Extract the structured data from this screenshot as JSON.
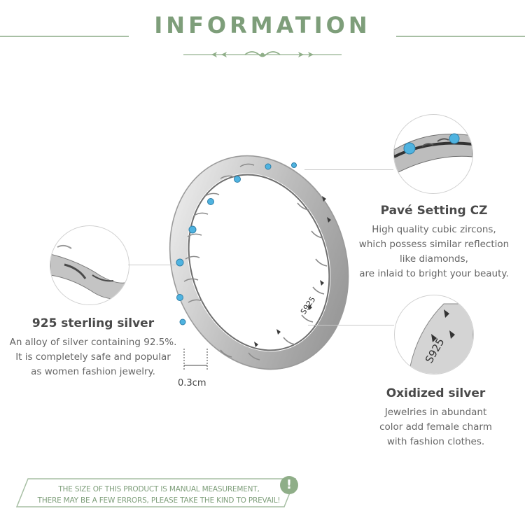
{
  "header": {
    "title": "INFORMATION"
  },
  "features": {
    "sterling": {
      "title": "925 sterling silver",
      "lines": [
        "An alloy of silver containing 92.5%.",
        "It is completely safe and popular",
        "as women fashion jewelry."
      ]
    },
    "pave": {
      "title": "Pavé Setting CZ",
      "lines": [
        "High quality cubic zircons,",
        "which possess similar reflection",
        "like diamonds,",
        "are inlaid to bright your beauty."
      ]
    },
    "oxidized": {
      "title": "Oxidized silver",
      "lines": [
        "Jewelries in abundant",
        "color add female charm",
        "with fashion clothes."
      ]
    }
  },
  "measurement": {
    "label": "0.3cm"
  },
  "stamp": {
    "text": "S925"
  },
  "notice": {
    "lines": [
      "THE SIZE OF THIS PRODUCT IS MANUAL MEASUREMENT,",
      "THERE MAY BE A FEW ERRORS, PLEASE TAKE THE KIND TO PREVAIL!"
    ],
    "badge": "!"
  },
  "colors": {
    "accent": "#7e9e7a",
    "stone": "#4fb3e0",
    "silver": "#c9c9c9"
  }
}
